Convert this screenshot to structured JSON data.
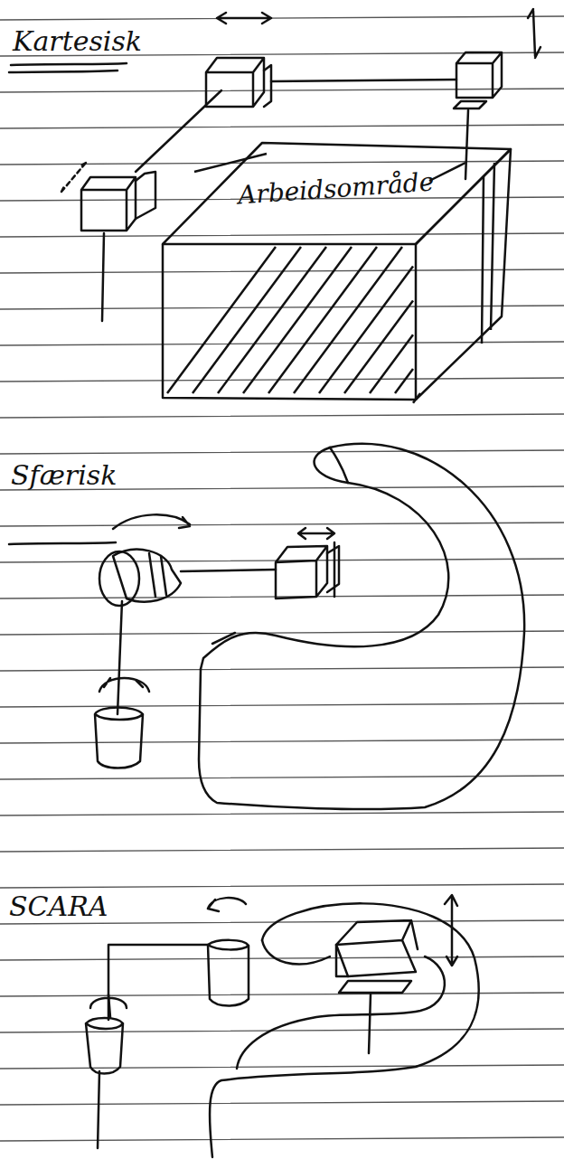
{
  "diagram": {
    "nodes": [
      {
        "text": [
          "Arbeidsområde"
        ]
      }
    ],
    "labels": [
      "Kartesisk",
      "Sfærisk",
      "SCARA"
    ]
  }
}
